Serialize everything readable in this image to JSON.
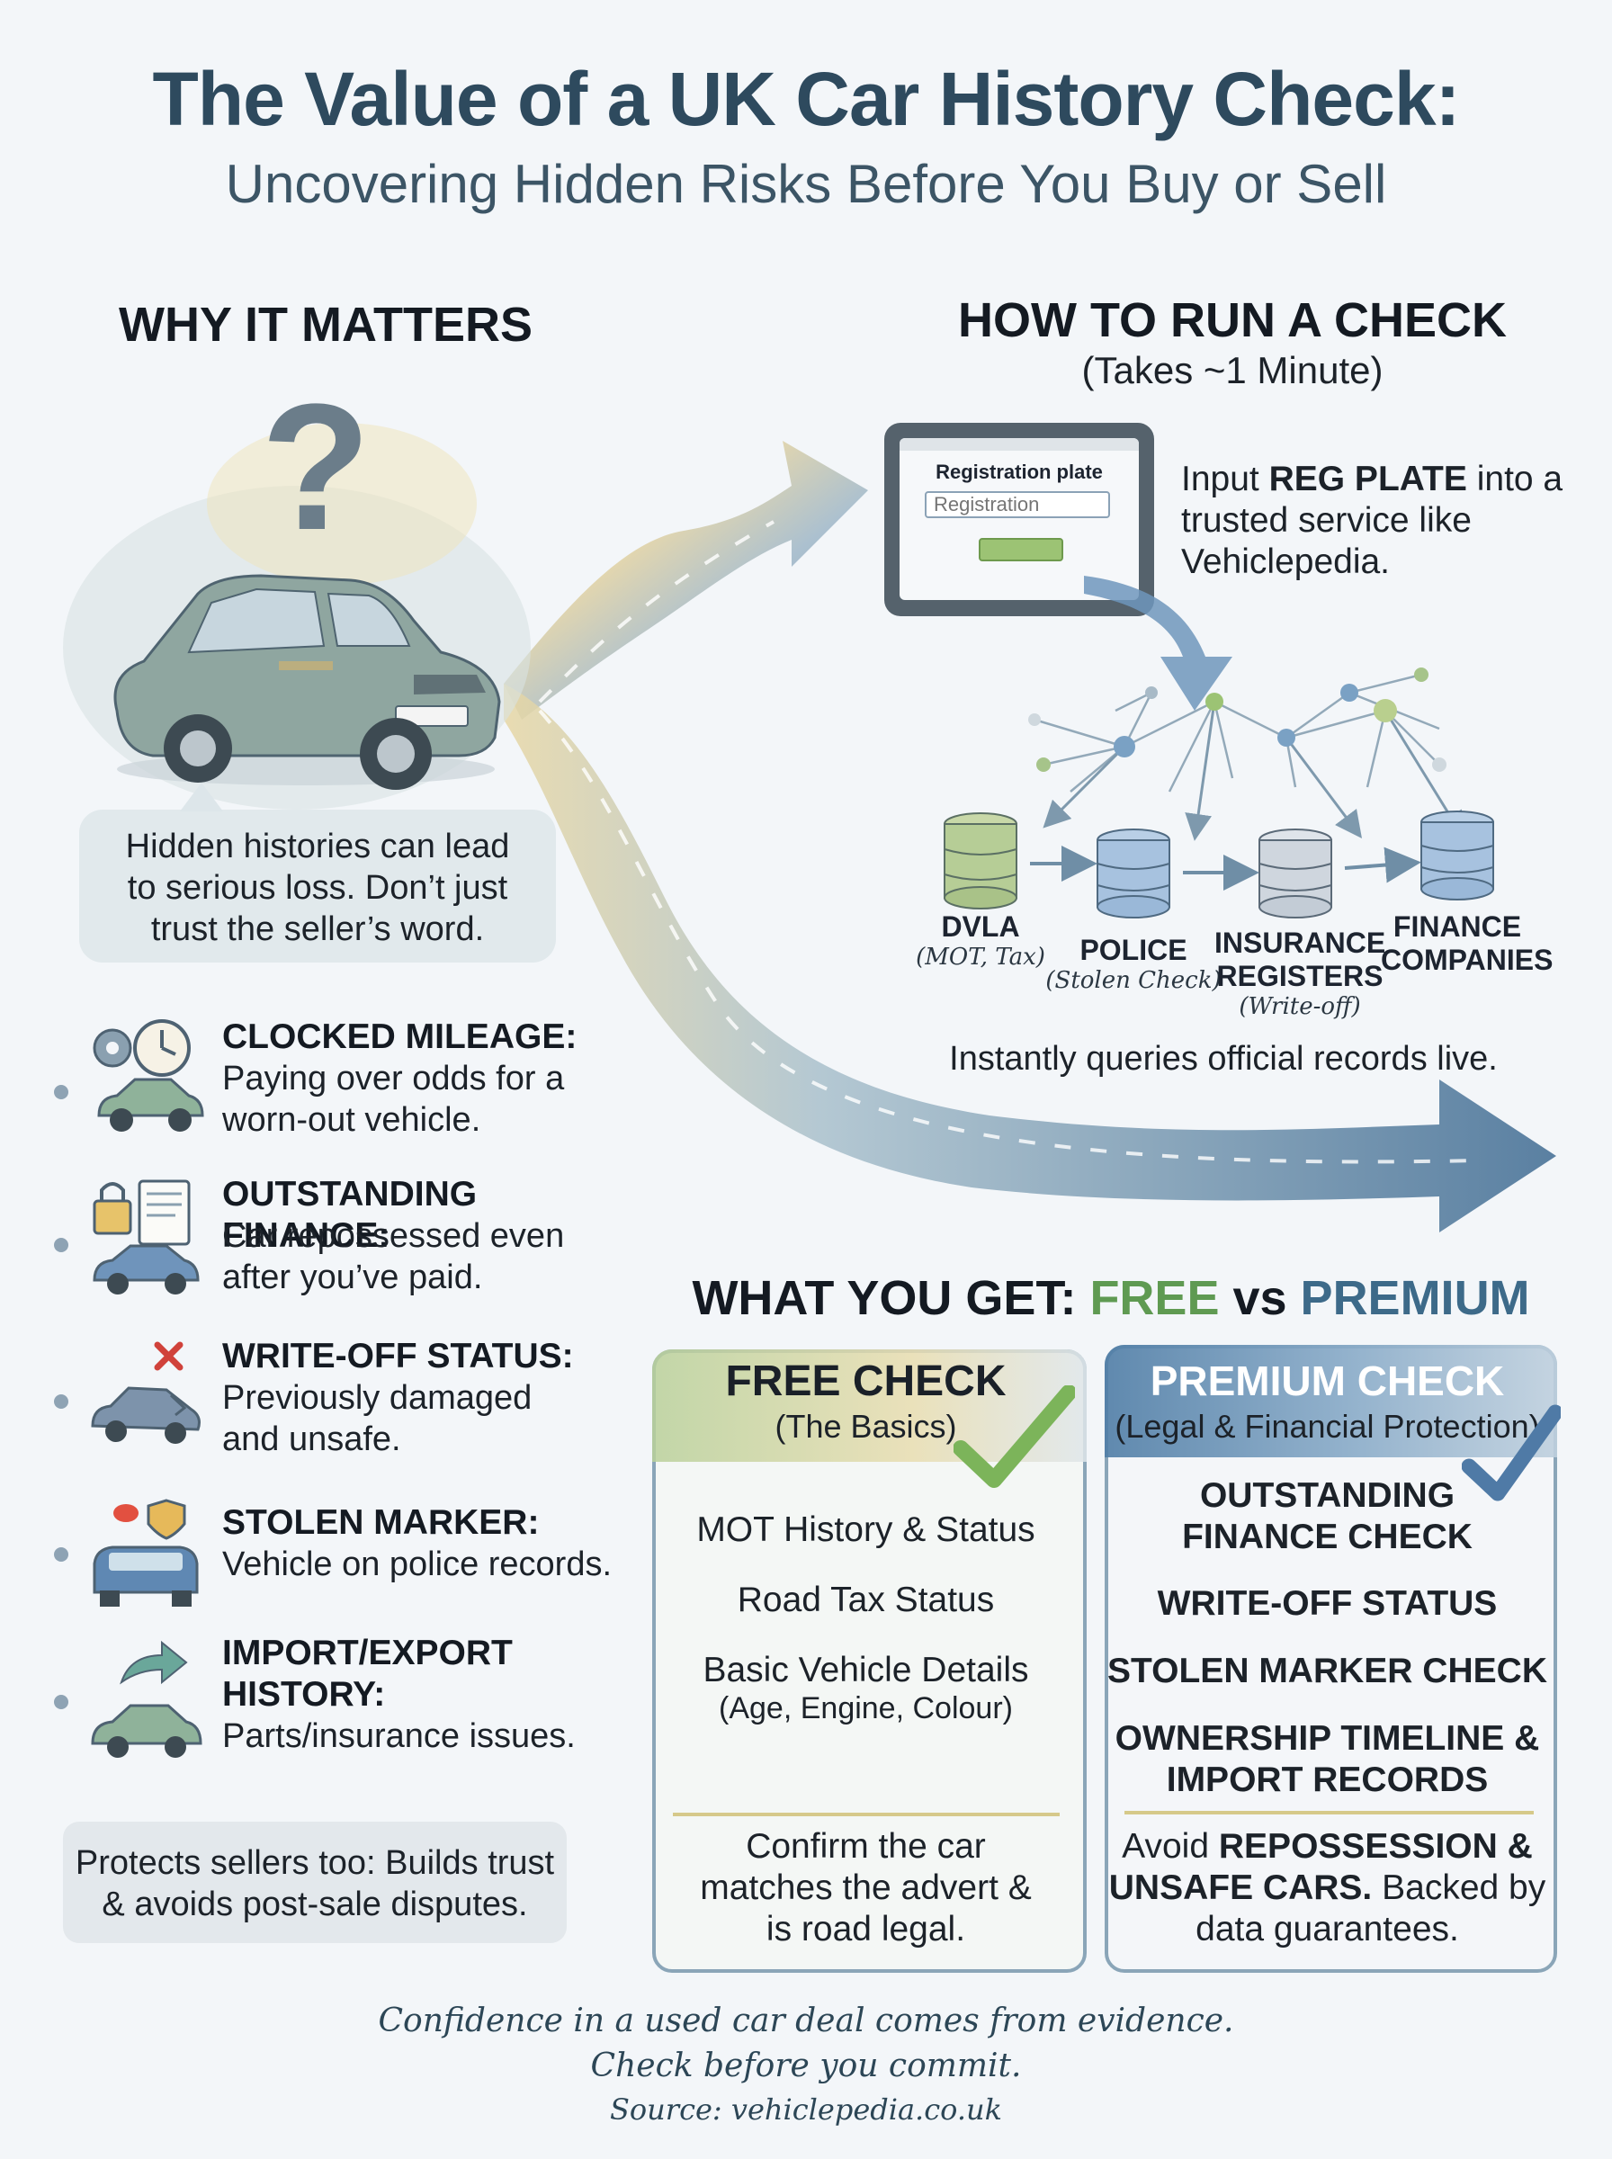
{
  "header": {
    "title": "The Value of a UK Car History Check:",
    "subtitle": "Uncovering Hidden Risks Before You Buy or Sell"
  },
  "why": {
    "heading": "WHY IT MATTERS",
    "intro_lines": [
      "Hidden histories can lead",
      "to serious loss. Don’t just",
      "trust the seller’s word."
    ],
    "risks": [
      {
        "title": "CLOCKED MILEAGE:",
        "desc_lines": [
          "Paying over odds for a",
          "worn-out vehicle."
        ],
        "icon": "gears-clock-car-icon"
      },
      {
        "title": "OUTSTANDING FINANCE:",
        "desc_lines": [
          "Car repossessed even",
          "after you’ve paid."
        ],
        "icon": "padlock-document-car-icon"
      },
      {
        "title": "WRITE-OFF STATUS:",
        "desc_lines": [
          "Previously damaged",
          "and unsafe."
        ],
        "icon": "crashed-car-icon"
      },
      {
        "title": "STOLEN MARKER:",
        "desc_lines": [
          "Vehicle on police records."
        ],
        "icon": "police-car-icon"
      },
      {
        "title_lines": [
          "IMPORT/EXPORT",
          "HISTORY:"
        ],
        "desc_lines": [
          "Parts/insurance issues."
        ],
        "icon": "import-car-icon"
      }
    ],
    "sellers_lines": [
      "Protects sellers too: Builds trust",
      "& avoids post-sale disputes."
    ]
  },
  "how": {
    "heading": "HOW TO RUN A CHECK",
    "subheading": "(Takes ~1 Minute)",
    "form": {
      "label": "Registration plate",
      "placeholder": "Registration"
    },
    "input_text": {
      "pre": "Input ",
      "bold": "REG PLATE",
      "post": " into a",
      "line2": "trusted service like",
      "line3": "Vehiclepedia."
    },
    "databases": [
      {
        "name": "DVLA",
        "sub": "(MOT, Tax)"
      },
      {
        "name": "POLICE",
        "sub": "(Stolen Check)"
      },
      {
        "name_lines": [
          "INSURANCE",
          "REGISTERS"
        ],
        "sub": "(Write-off)"
      },
      {
        "name_lines": [
          "FINANCE",
          "COMPANIES"
        ]
      }
    ],
    "query_text": "Instantly queries official records live."
  },
  "compare": {
    "heading_pre": "WHAT YOU GET: ",
    "heading_free": "FREE",
    "heading_vs": " vs ",
    "heading_premium": "PREMIUM",
    "colors": {
      "free": "#5f9a52",
      "premium": "#3d6a89"
    },
    "free": {
      "title": "FREE CHECK",
      "subtitle": "(The Basics)",
      "items": [
        "MOT History & Status",
        "Road Tax Status",
        "Basic Vehicle Details"
      ],
      "items_note": "(Age, Engine, Colour)",
      "summary_lines": [
        "Confirm the car",
        "matches the advert &",
        "is road legal."
      ]
    },
    "premium": {
      "title": "PREMIUM CHECK",
      "subtitle": "(Legal & Financial Protection)",
      "items": [
        [
          "OUTSTANDING",
          "FINANCE CHECK"
        ],
        [
          "WRITE-OFF STATUS"
        ],
        [
          "STOLEN MARKER CHECK"
        ],
        [
          "OWNERSHIP TIMELINE &",
          "IMPORT RECORDS"
        ]
      ],
      "summary": {
        "l1_pre": "Avoid ",
        "l1_bold": "REPOSSESSION &",
        "l2_bold": "UNSAFE CARS.",
        "l2_post": " Backed by",
        "l3": "data guarantees."
      }
    }
  },
  "footer": {
    "line1": "Confidence in a used car deal comes from evidence.",
    "line2": "Check before you commit.",
    "source": "Source: vehiclepedia.co.uk"
  }
}
